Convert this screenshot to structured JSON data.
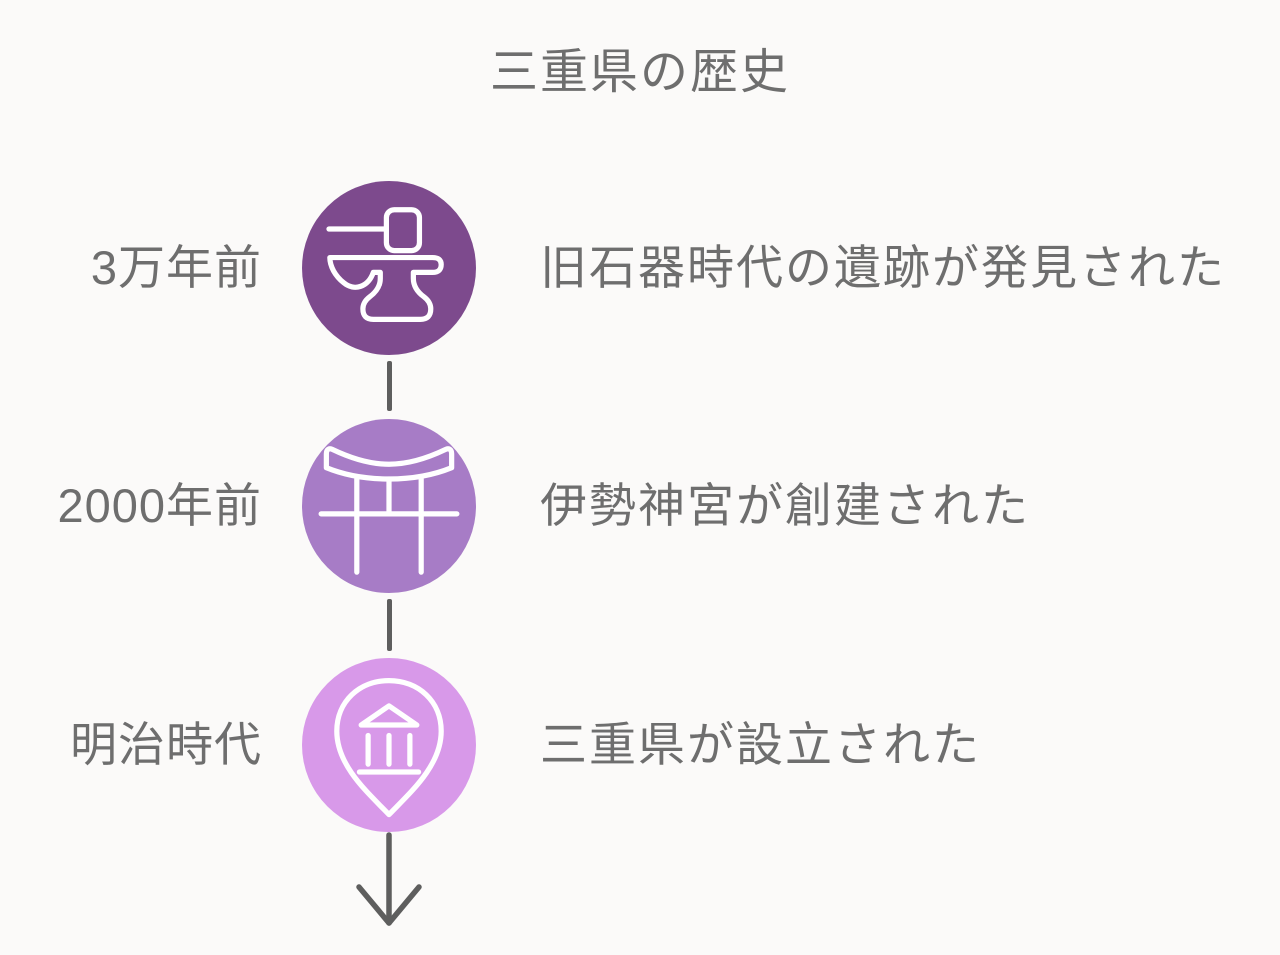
{
  "title": "三重県の歴史",
  "colors": {
    "background": "#fbfaf9",
    "text": "#6e6e6e",
    "connector": "#5e5e5e",
    "icon_stroke": "#ffffff"
  },
  "timeline": {
    "items": [
      {
        "label": "3万年前",
        "description": "旧石器時代の遺跡が発見された",
        "icon": "anvil-icon",
        "circle_color": "#7d4a8d"
      },
      {
        "label": "2000年前",
        "description": "伊勢神宮が創建された",
        "icon": "torii-gate-icon",
        "circle_color": "#a77cc6"
      },
      {
        "label": "明治時代",
        "description": "三重県が設立された",
        "icon": "map-pin-museum-icon",
        "circle_color": "#d899e9"
      }
    ]
  }
}
